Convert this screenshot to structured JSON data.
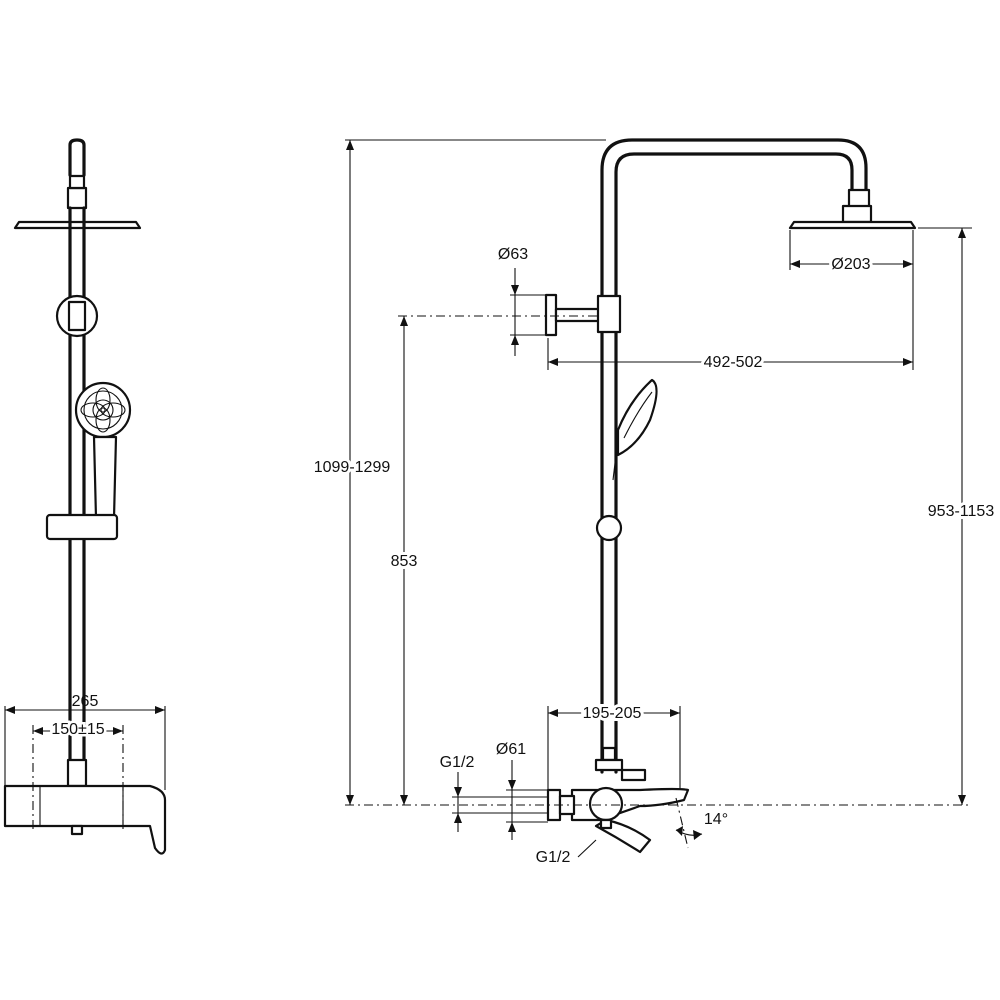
{
  "dimensions": {
    "overall_height": "1099-1299",
    "outlet_height": "853",
    "head_height": "953-1153",
    "arm_reach": "492-502",
    "head_diameter": "Ø203",
    "wall_flange_diameter": "Ø63",
    "mixer_width": "265",
    "inlet_centers": "150±15",
    "spout_to_rail": "195-205",
    "inlet_flange_diameter": "Ø61",
    "inlet_thread_top": "G1/2",
    "inlet_thread_bottom": "G1/2",
    "spout_angle": "14°"
  }
}
